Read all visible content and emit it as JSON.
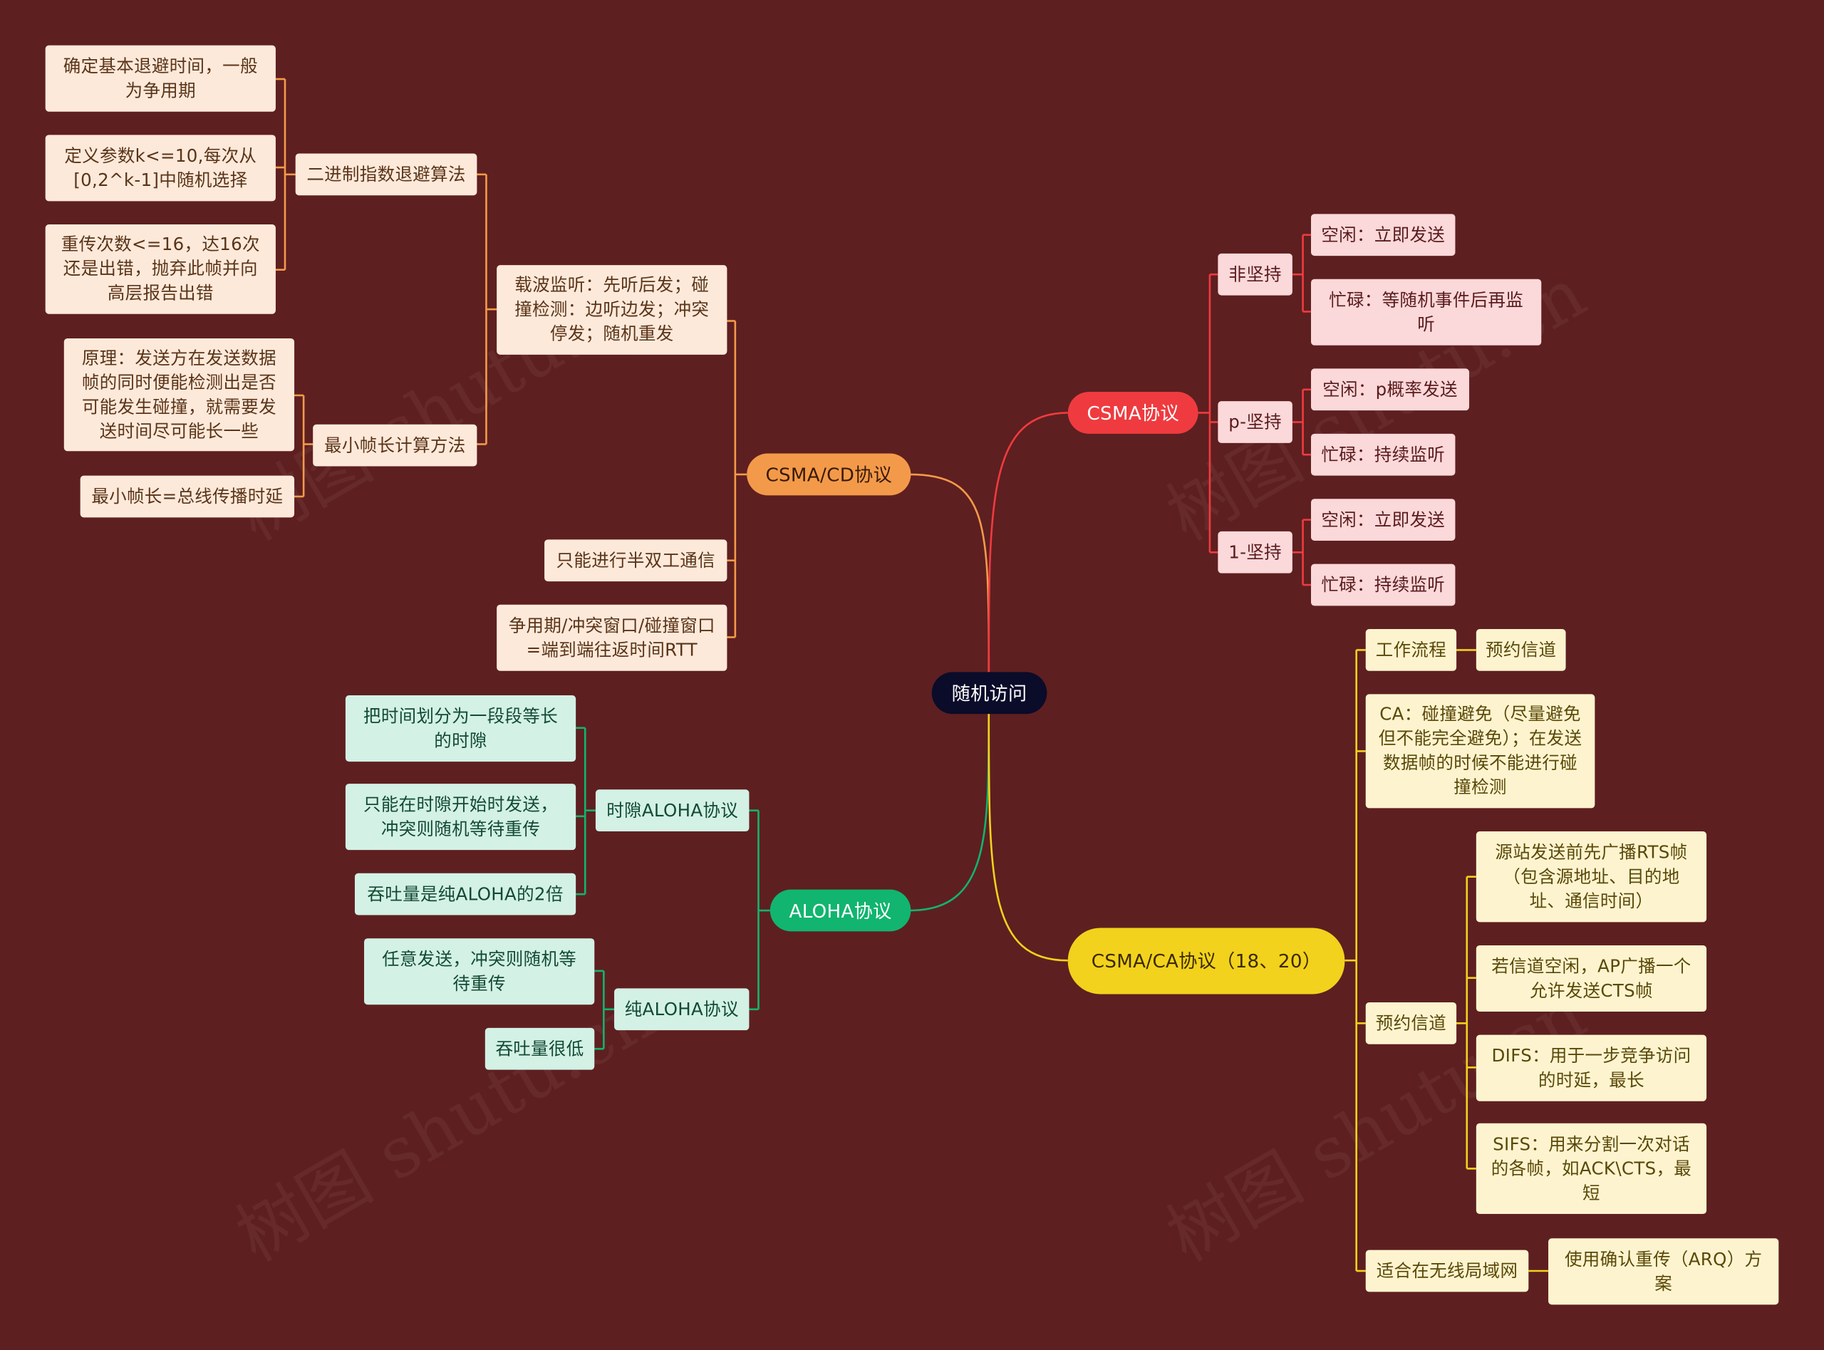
{
  "root": "随机访问",
  "watermark": "树图 shutu.cn",
  "colors": {
    "background": "#5e1f20",
    "orange": "#f39a4a",
    "red": "#ef3b3f",
    "green": "#11b56f",
    "yellow": "#f2d21c"
  },
  "csma_cd": {
    "label": "CSMA/CD协议",
    "carrier": "载波监听：先听后发；碰撞检测：边听边发；冲突停发；随机重发",
    "backoff": {
      "label": "二进制指数退避算法",
      "items": [
        "确定基本退避时间，一般为争用期",
        "定义参数k<=10,每次从[0,2^k-1]中随机选择",
        "重传次数<=16，达16次还是出错，抛弃此帧并向高层报告出错"
      ]
    },
    "min_frame": {
      "label": "最小帧长计算方法",
      "items": [
        "原理：发送方在发送数据帧的同时便能检测出是否可能发生碰撞，就需要发送时间尽可能长一些",
        "最小帧长=总线传播时延"
      ]
    },
    "half_duplex": "只能进行半双工通信",
    "contention": "争用期/冲突窗口/碰撞窗口=端到端往返时间RTT"
  },
  "csma": {
    "label": "CSMA协议",
    "non_persistent": {
      "label": "非坚持",
      "items": [
        "空闲：立即发送",
        "忙碌：等随机事件后再监听"
      ]
    },
    "p_persistent": {
      "label": "p-坚持",
      "items": [
        "空闲：p概率发送",
        "忙碌：持续监听"
      ]
    },
    "one_persistent": {
      "label": "1-坚持",
      "items": [
        "空闲：立即发送",
        "忙碌：持续监听"
      ]
    }
  },
  "aloha": {
    "label": "ALOHA协议",
    "slotted": {
      "label": "时隙ALOHA协议",
      "items": [
        "把时间划分为一段段等长的时隙",
        "只能在时隙开始时发送，冲突则随机等待重传",
        "吞吐量是纯ALOHA的2倍"
      ]
    },
    "pure": {
      "label": "纯ALOHA协议",
      "items": [
        "任意发送，冲突则随机等待重传",
        "吞吐量很低"
      ]
    }
  },
  "csma_ca": {
    "label": "CSMA/CA协议（18、20）",
    "workflow": {
      "label": "工作流程",
      "child": "预约信道"
    },
    "ca": "CA：碰撞避免（尽量避免但不能完全避免）；在发送数据帧的时候不能进行碰撞检测",
    "reserve": {
      "label": "预约信道",
      "items": [
        "源站发送前先广播RTS帧（包含源地址、目的地址、通信时间）",
        "若信道空闲，AP广播一个允许发送CTS帧",
        "DIFS：用于一步竞争访问的时延，最长",
        "SIFS：用来分割一次对话的各帧，如ACK\\CTS，最短"
      ]
    },
    "wireless": {
      "label": "适合在无线局域网",
      "child": "使用确认重传（ARQ）方案"
    }
  }
}
